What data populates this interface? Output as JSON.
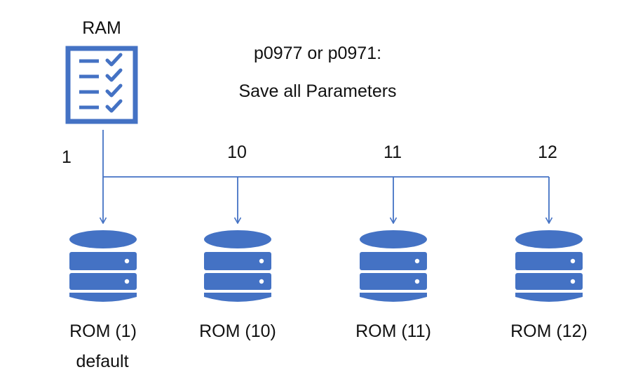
{
  "ram": {
    "label": "RAM",
    "icon": "checklist-icon"
  },
  "instruction": {
    "line1": "p0977 or p0971:",
    "line2": "Save all Parameters"
  },
  "branches": [
    {
      "number": "1",
      "rom_label": "ROM (1)",
      "rom_sublabel": "default"
    },
    {
      "number": "10",
      "rom_label": "ROM (10)",
      "rom_sublabel": ""
    },
    {
      "number": "11",
      "rom_label": "ROM (11)",
      "rom_sublabel": ""
    },
    {
      "number": "12",
      "rom_label": "ROM (12)",
      "rom_sublabel": ""
    }
  ],
  "colors": {
    "accent": "#4472C4",
    "text": "#111111"
  }
}
